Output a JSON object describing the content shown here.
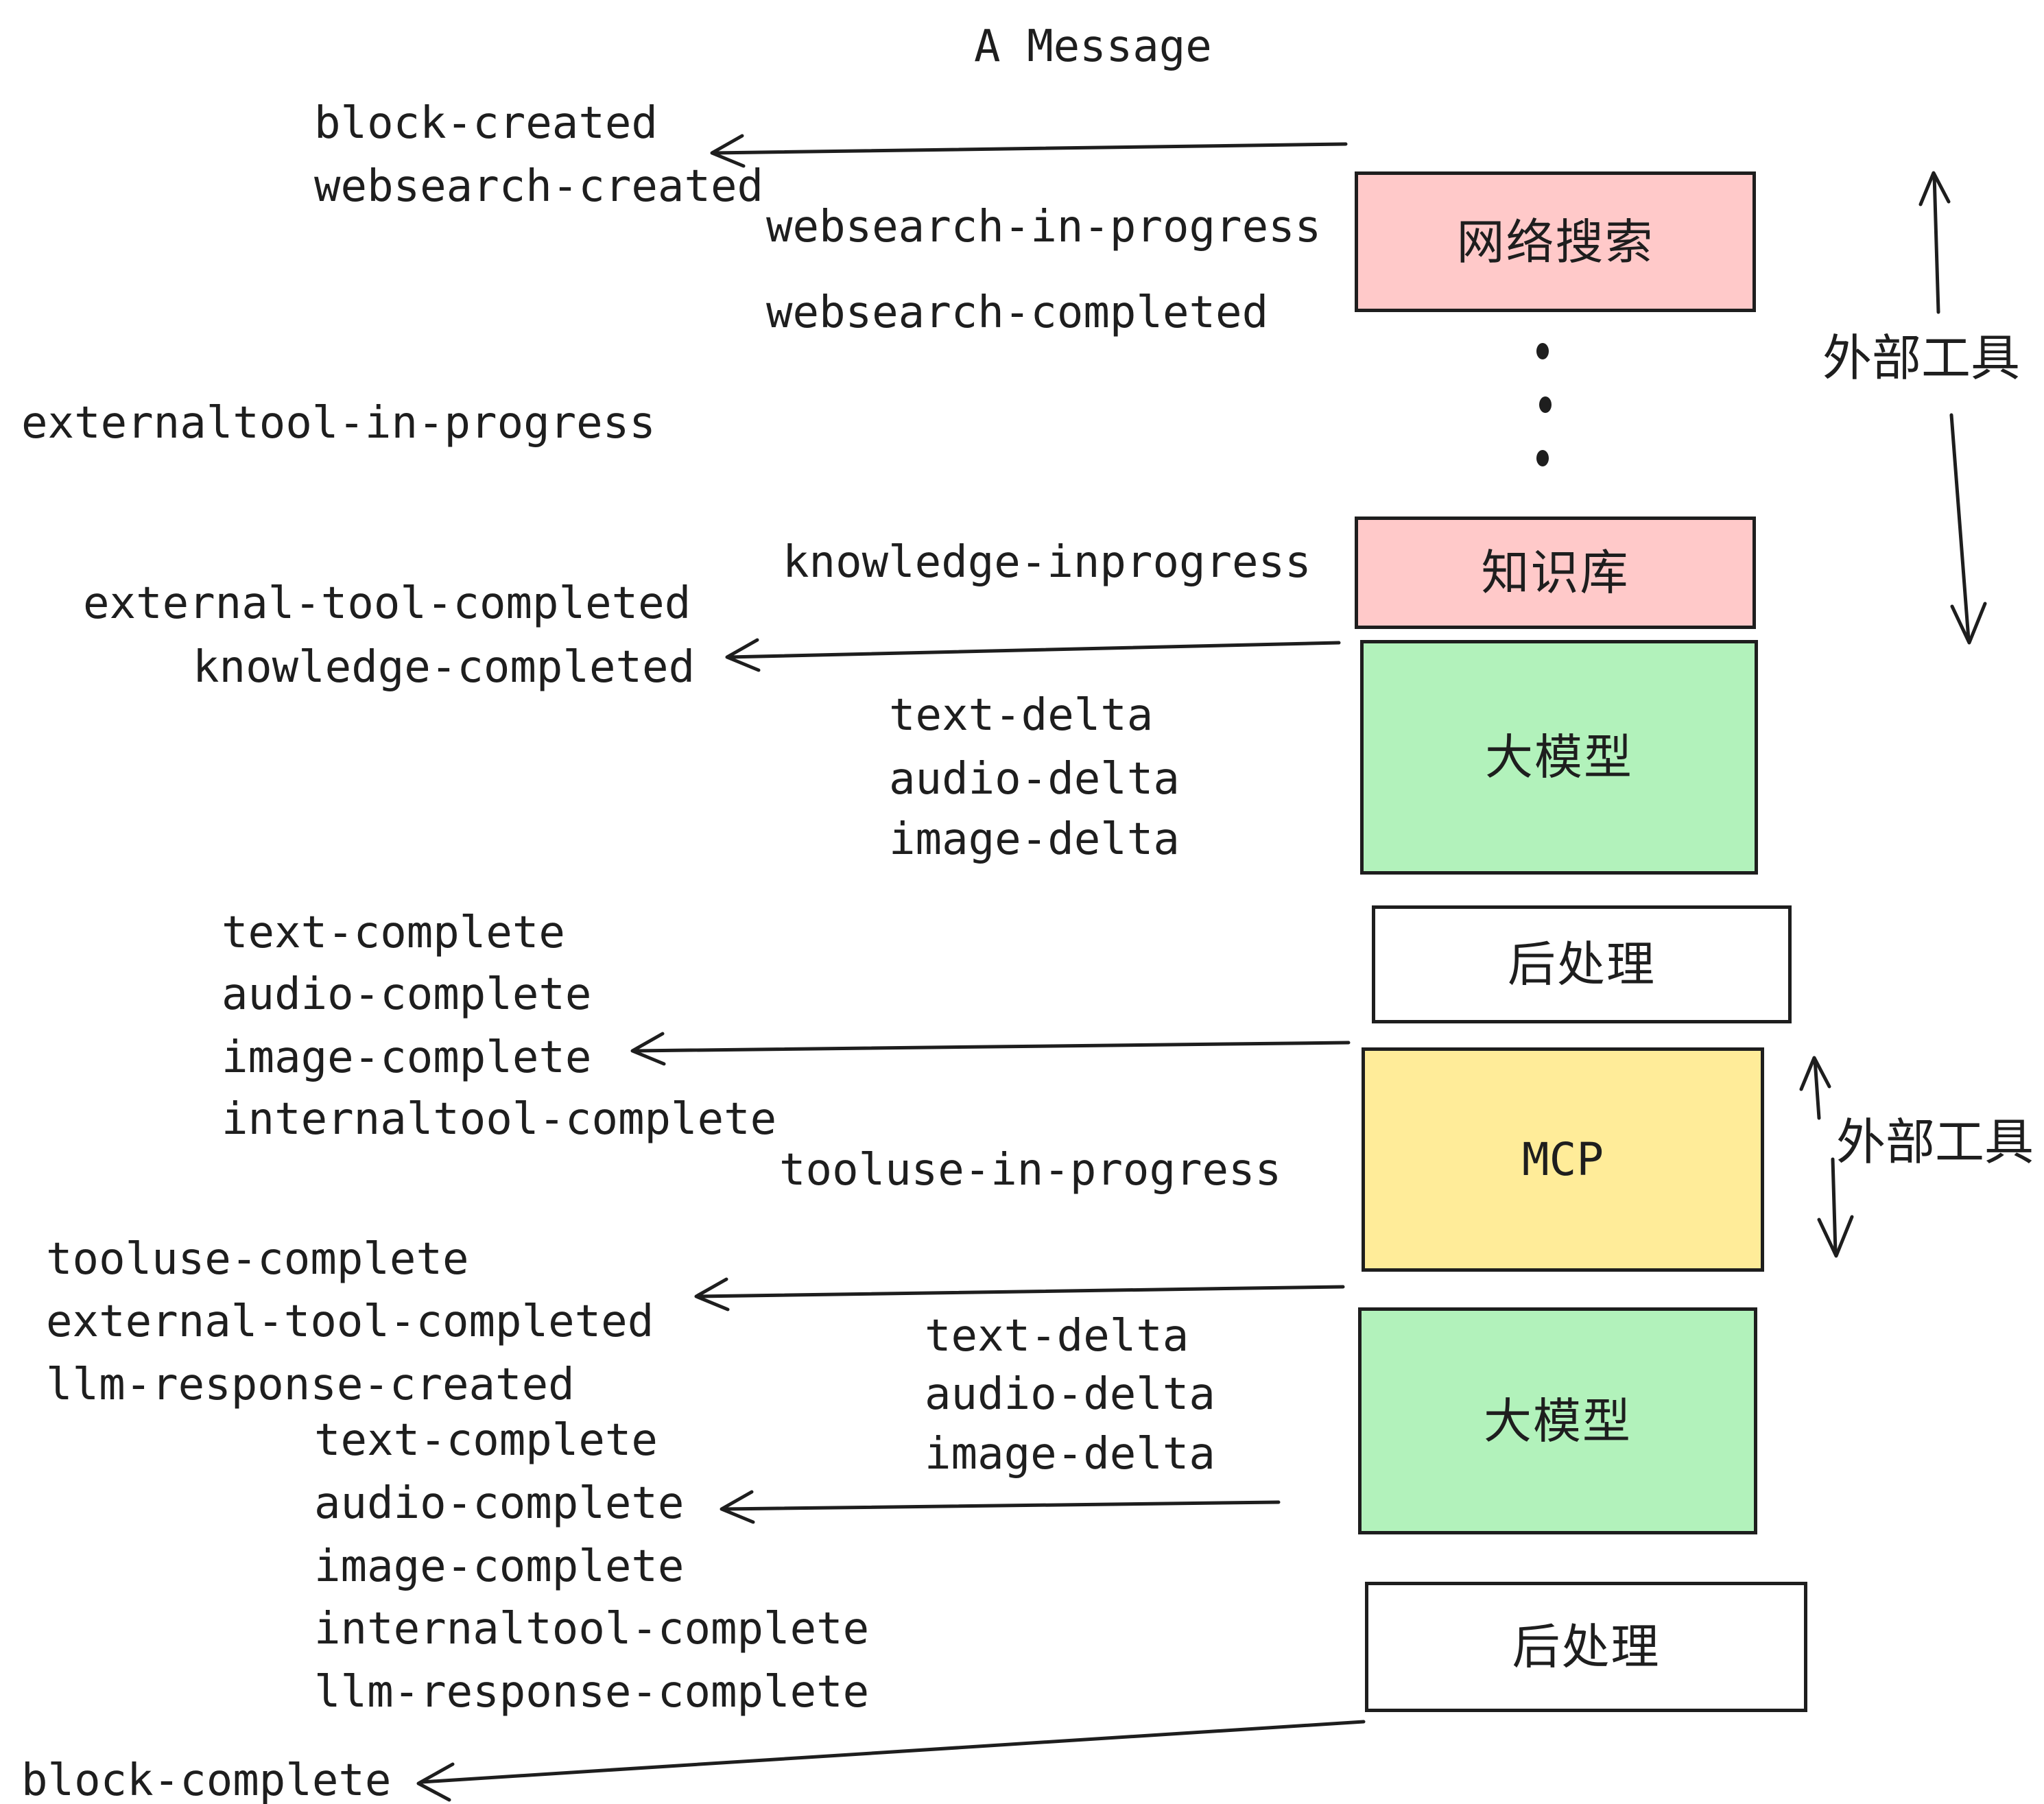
{
  "title": "A Message",
  "colors": {
    "ink": "#1e1e1e",
    "background": "#ffffff",
    "pink": "#ffc9c9",
    "green": "#b2f2bb",
    "yellow": "#ffec99",
    "white": "#ffffff"
  },
  "boxes": [
    {
      "id": "websearch",
      "label": "网络搜索",
      "fill": "pink"
    },
    {
      "id": "knowledge",
      "label": "知识库",
      "fill": "pink"
    },
    {
      "id": "llm-top",
      "label": "大模型",
      "fill": "green"
    },
    {
      "id": "postprocess-top",
      "label": "后处理",
      "fill": "white"
    },
    {
      "id": "mcp",
      "label": "MCP",
      "fill": "yellow"
    },
    {
      "id": "llm-bottom",
      "label": "大模型",
      "fill": "green"
    },
    {
      "id": "postprocess-bottom",
      "label": "后处理",
      "fill": "white"
    }
  ],
  "side_labels": {
    "external_tools_top": "外部工具",
    "external_tools_bottom": "外部工具"
  },
  "events": {
    "block_created": "block-created",
    "websearch_created": "websearch-created",
    "websearch_in_progress": "websearch-in-progress",
    "websearch_completed": "websearch-completed",
    "externaltool_in_progress": "externaltool-in-progress",
    "knowledge_inprogress": "knowledge-inprogress",
    "external_tool_completed_top": "external-tool-completed",
    "knowledge_completed": "knowledge-completed",
    "text_delta_top": "text-delta",
    "audio_delta_top": "audio-delta",
    "image_delta_top": "image-delta",
    "text_complete_top": "text-complete",
    "audio_complete_top": "audio-complete",
    "image_complete_top": "image-complete",
    "internaltool_complete_top": "internaltool-complete",
    "tooluse_in_progress": "tooluse-in-progress",
    "tooluse_complete": "tooluse-complete",
    "external_tool_completed_bottom": "external-tool-completed",
    "llm_response_created": "llm-response-created",
    "text_complete_bottom": "text-complete",
    "audio_complete_bottom": "audio-complete",
    "image_complete_bottom": "image-complete",
    "internaltool_complete_bottom": "internaltool-complete",
    "llm_response_complete": "llm-response-complete",
    "text_delta_bottom": "text-delta",
    "audio_delta_bottom": "audio-delta",
    "image_delta_bottom": "image-delta",
    "block_complete": "block-complete"
  }
}
